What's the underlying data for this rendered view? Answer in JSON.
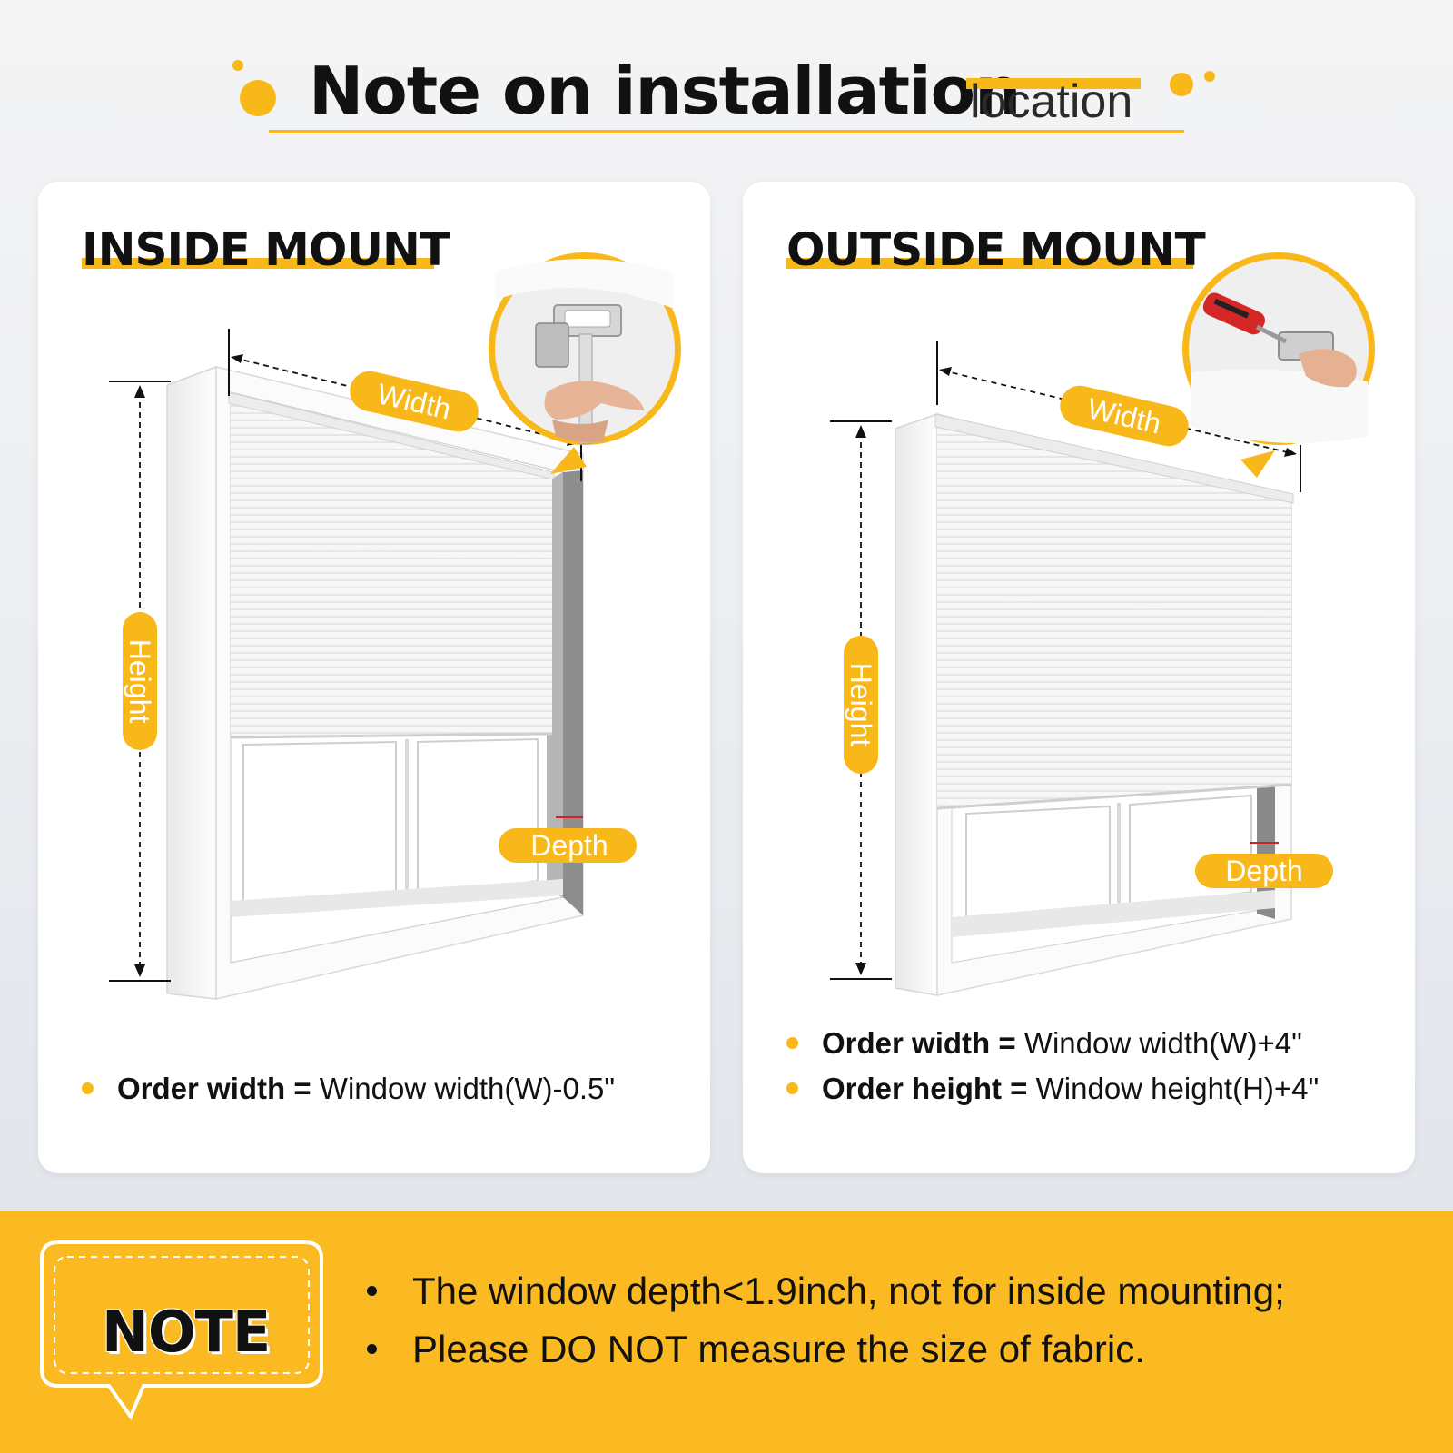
{
  "header": {
    "title": "Note on installation",
    "title_accent": "location",
    "accent_color": "#f9b81a"
  },
  "inside_mount": {
    "title": "INSIDE MOUNT",
    "labels": {
      "width": "Width",
      "height": "Height",
      "depth": "Depth"
    },
    "formulas": [
      {
        "label": "Order width =",
        "value": " Window width(W)-0.5\""
      }
    ]
  },
  "outside_mount": {
    "title": "OUTSIDE MOUNT",
    "labels": {
      "width": "Width",
      "height": "Height",
      "depth": "Depth"
    },
    "formulas": [
      {
        "label": "Order width =",
        "value": " Window width(W)+4\""
      },
      {
        "label": "Order height =",
        "value": " Window height(H)+4\""
      }
    ]
  },
  "note": {
    "label": "NOTE",
    "items": [
      "The window depth<1.9inch, not for inside mounting;",
      "Please DO NOT measure the size of fabric."
    ]
  }
}
